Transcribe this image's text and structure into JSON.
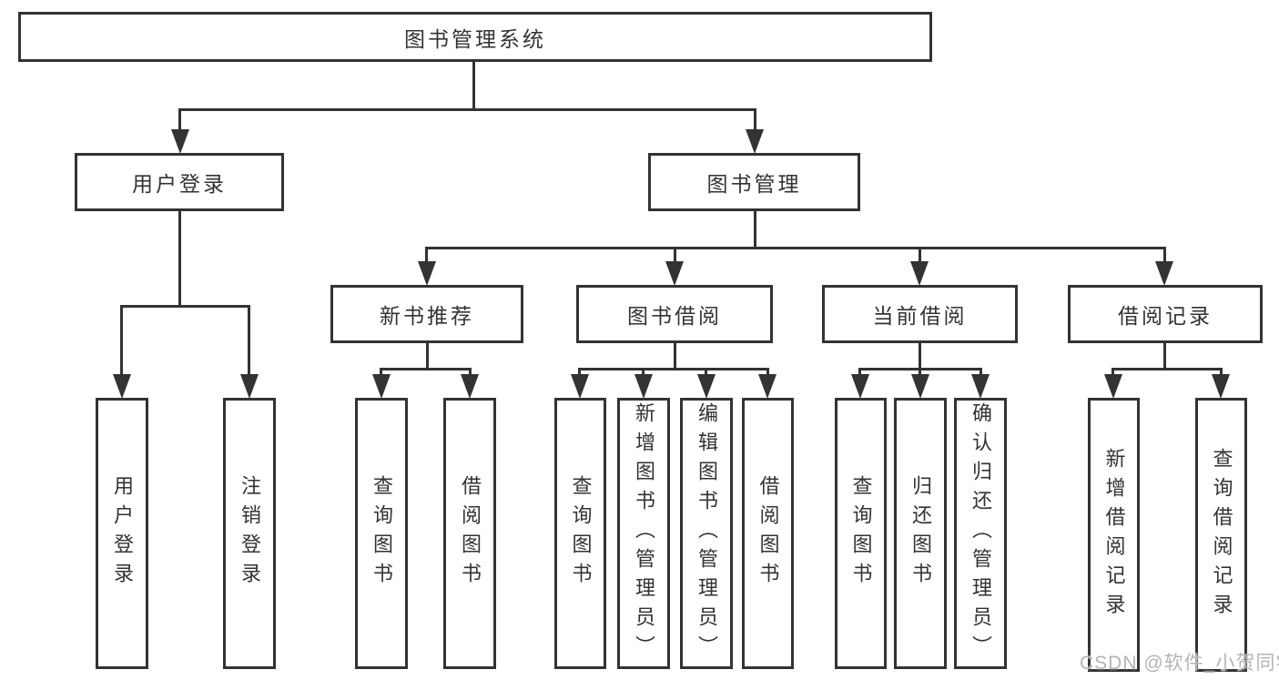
{
  "tree": {
    "root": "图书管理系统",
    "branches": [
      {
        "label": "用户登录",
        "children": [
          "用户登录",
          "注销登录"
        ]
      },
      {
        "label": "图书管理",
        "children": [
          {
            "label": "新书推荐",
            "children": [
              "查询图书",
              "借阅图书"
            ]
          },
          {
            "label": "图书借阅",
            "children": [
              "查询图书",
              "新增图书（管理员）",
              "编辑图书（管理员）",
              "借阅图书"
            ]
          },
          {
            "label": "当前借阅",
            "children": [
              "查询图书",
              "归还图书",
              "确认归还（管理员）"
            ]
          },
          {
            "label": "借阅记录",
            "children": [
              "新增借阅记录",
              "查询借阅记录"
            ]
          }
        ]
      }
    ]
  },
  "watermark": "CSDN @软件_小贺同学",
  "colors": {
    "line": "#333333",
    "text": "#333333",
    "watermark_text": "#b4b4b4",
    "background": "#ffffff"
  }
}
